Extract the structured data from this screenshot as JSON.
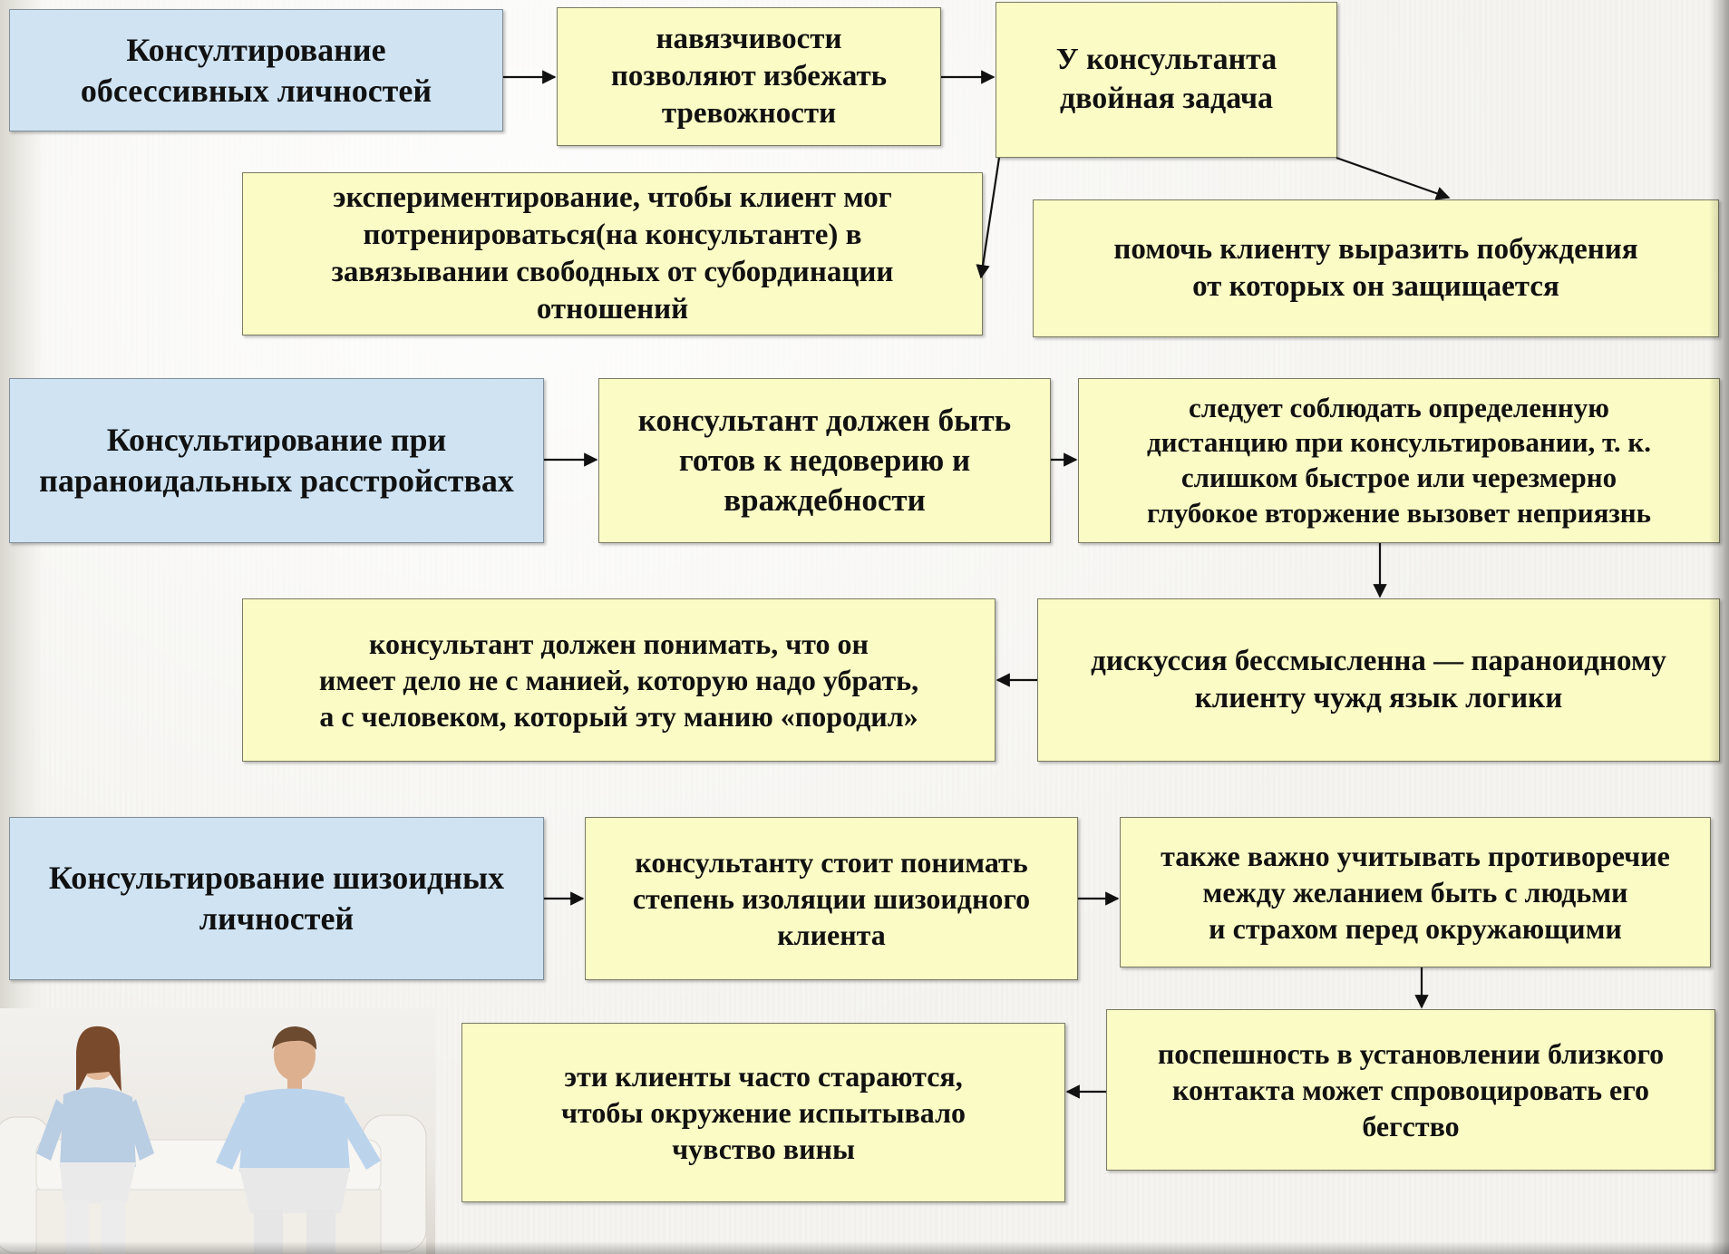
{
  "diagram": {
    "obsessive": {
      "header": "Консултирование\nобсессивных личностей",
      "step1": "навязчивости\nпозволяют избежать\nтревожности",
      "step2": "У консультанта\nдвойная задача",
      "task_left": "экспериментирование, чтобы клиент мог\nпотренироваться(на консультанте) в\nзавязывании свободных от субординации\nотношений",
      "task_right": "помочь клиенту выразить побуждения\nот которых он защищается"
    },
    "paranoid": {
      "header": "Консультирование при\nпараноидальных расстройствах",
      "step1": "консультант должен быть\nготов к недоверию и\nвраждебности",
      "step2": "следует соблюдать определенную\nдистанцию при консультировании, т. к.\nслишком быстрое или черезмерно\nглубокое вторжение вызовет неприязнь",
      "step3": "дискуссия бессмысленна — параноидному\nклиенту чужд язык логики",
      "step4": "консультант должен понимать, что он\nимеет дело не с манией, которую надо убрать,\nа с человеком, который эту манию «породил»"
    },
    "schizoid": {
      "header": "Консультирование шизоидных\nличностей",
      "step1": "консультанту стоит понимать\nстепень изоляции шизоидного\nклиента",
      "step2": "также важно учитывать противоречие\nмежду желанием быть с людьми\nи страхом перед окружающими",
      "step3": "поспешность в установлении близкого\nконтакта может спровоцировать его\nбегство",
      "step4": "эти клиенты часто стараются,\nчтобы окружение испытывало\nчувство вины"
    }
  },
  "colors": {
    "header_fill": "#cfe3f2",
    "box_fill": "#fbfbc6",
    "arrow": "#111111"
  },
  "photo": {
    "icon": "couple-on-sofa-photo"
  }
}
